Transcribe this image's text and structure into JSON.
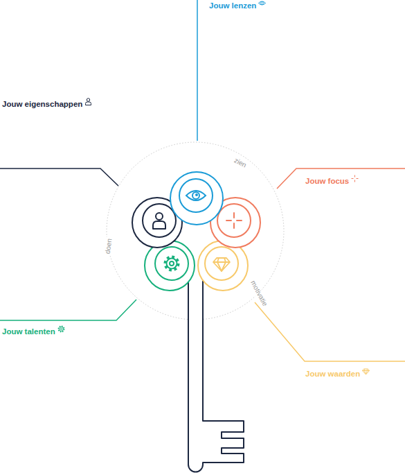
{
  "diagram": {
    "labels": [
      "Jouw lenzen",
      "Jouw eigenschappen",
      "zien",
      "Jouw focus",
      "doen",
      "Jouw talenten",
      "motivatie",
      "Jouw waarden"
    ]
  }
}
